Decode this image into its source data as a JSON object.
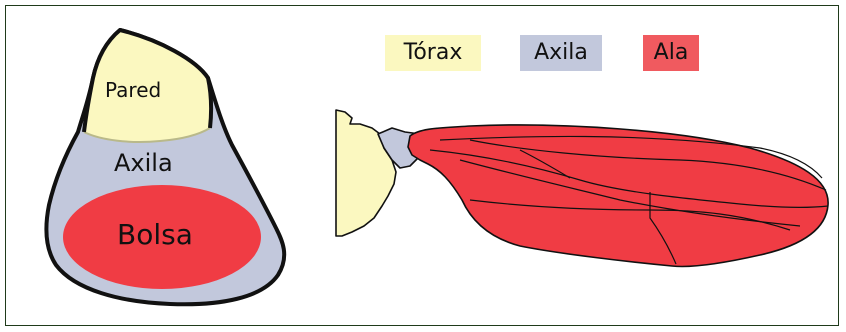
{
  "legend": {
    "items": [
      {
        "label": "Tórax",
        "color": "#fbf8c0"
      },
      {
        "label": "Axila",
        "color": "#c2c8dc"
      },
      {
        "label": "Ala",
        "color": "#f05a5f"
      }
    ]
  },
  "pouch_diagram": {
    "wall_label": "Pared",
    "axilla_label": "Axila",
    "pouch_label": "Bolsa"
  },
  "colors": {
    "thorax": "#fbf8c0",
    "axilla": "#c2c8dc",
    "wing": "#f03c44",
    "outline": "#111111",
    "frame": "#1f3a1a"
  }
}
